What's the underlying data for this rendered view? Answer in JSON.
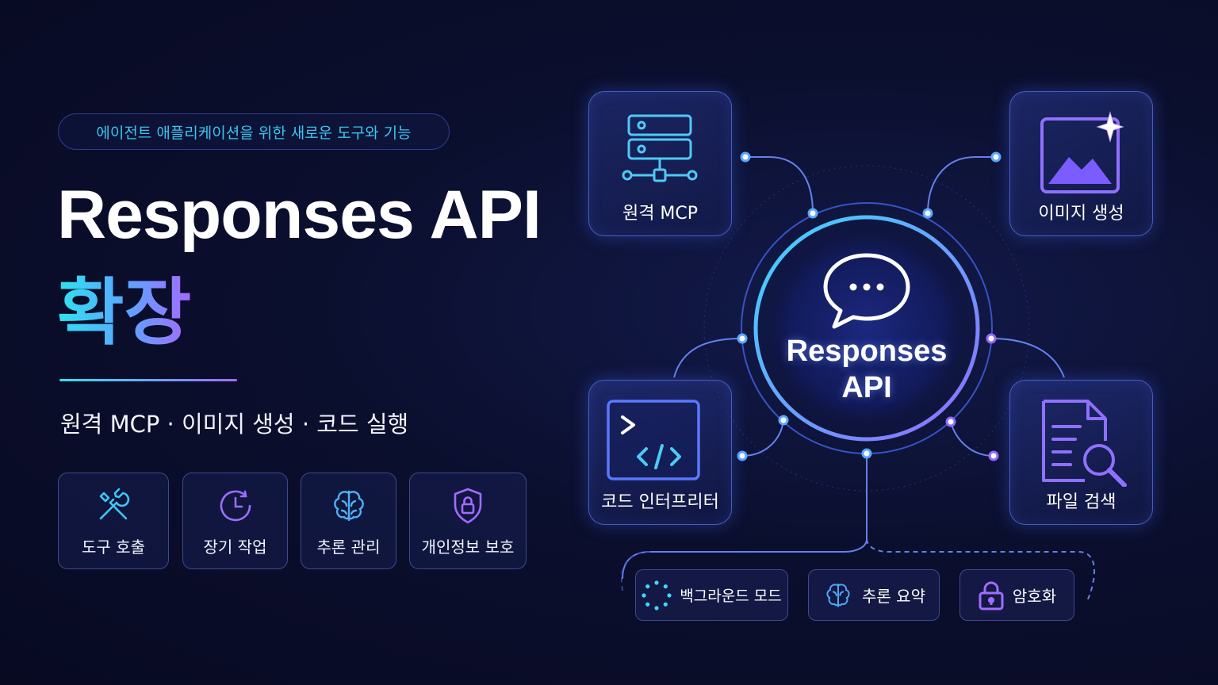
{
  "tagline": "에이전트 애플리케이션을 위한 새로운 도구와 기능",
  "title": "Responses API",
  "title_ko": "확장",
  "subtitle": "원격 MCP · 이미지 생성 · 코드 실행",
  "left_cards": [
    {
      "label": "도구 호출",
      "icon": "tools-icon"
    },
    {
      "label": "장기 작업",
      "icon": "clock-icon"
    },
    {
      "label": "추론 관리",
      "icon": "brain-icon"
    },
    {
      "label": "개인정보 보호",
      "icon": "shield-lock-icon"
    }
  ],
  "hub": {
    "line1": "Responses",
    "line2": "API",
    "icon": "chat-bubble-icon"
  },
  "feature_cards": [
    {
      "label": "원격 MCP",
      "icon": "server-network-icon"
    },
    {
      "label": "이미지 생성",
      "icon": "image-sparkle-icon"
    },
    {
      "label": "코드 인터프리터",
      "icon": "code-terminal-icon"
    },
    {
      "label": "파일 검색",
      "icon": "file-search-icon"
    }
  ],
  "bottom_pills": [
    {
      "label": "백그라운드 모드",
      "icon": "dotted-circle-icon"
    },
    {
      "label": "추론 요약",
      "icon": "brain-icon"
    },
    {
      "label": "암호화",
      "icon": "lock-icon"
    }
  ],
  "colors": {
    "accent_cyan": "#2ee3f0",
    "accent_blue": "#5aa7ff",
    "accent_purple": "#a36bff",
    "background": "#0b0f2e"
  }
}
